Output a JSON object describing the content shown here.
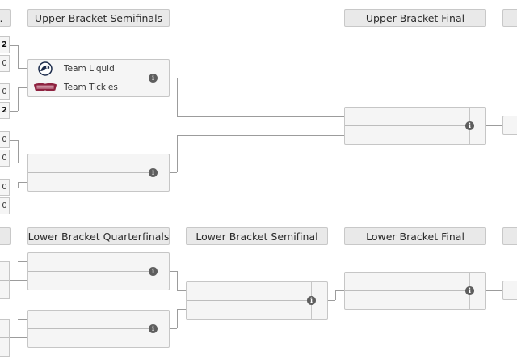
{
  "headers": {
    "left_cut": ".",
    "upper_semis": "Upper Bracket Semifinals",
    "upper_final": "Upper Bracket Final",
    "lower_quarters": "Lower Bracket Quarterfinals",
    "lower_semi": "Lower Bracket Semifinal",
    "lower_final": "Lower Bracket Final"
  },
  "left_scores": [
    "2",
    "0",
    "0",
    "2",
    "0",
    "0",
    "0",
    "0"
  ],
  "matches": {
    "ub_semi_1": {
      "team1": {
        "name": "Team Liquid",
        "logo": "team-liquid-logo"
      },
      "team2": {
        "name": "Team Tickles",
        "logo": "team-tickles-logo"
      }
    }
  },
  "colors": {
    "header_bg": "#e9e9e9",
    "box_bg": "#f5f5f5",
    "line": "#9c9c9c",
    "info": "#5e5e5e"
  },
  "icons": {
    "match_info": "info-icon"
  },
  "info_glyph": "i"
}
